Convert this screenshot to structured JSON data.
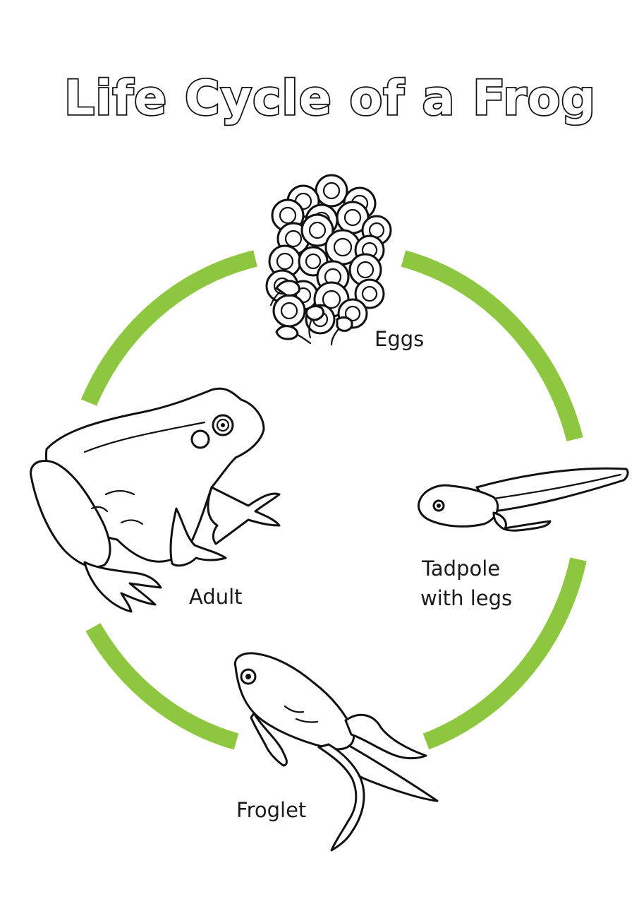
{
  "title": "Life Cycle of a Frog",
  "colors": {
    "cycle_arrow": "#8dc63f",
    "ink": "#111111",
    "background": "#ffffff"
  },
  "stages": [
    {
      "id": "eggs",
      "label": "Eggs"
    },
    {
      "id": "tadpole",
      "label_line1": "Tadpole",
      "label_line2": "with legs"
    },
    {
      "id": "froglet",
      "label": "Froglet"
    },
    {
      "id": "adult",
      "label": "Adult"
    }
  ]
}
